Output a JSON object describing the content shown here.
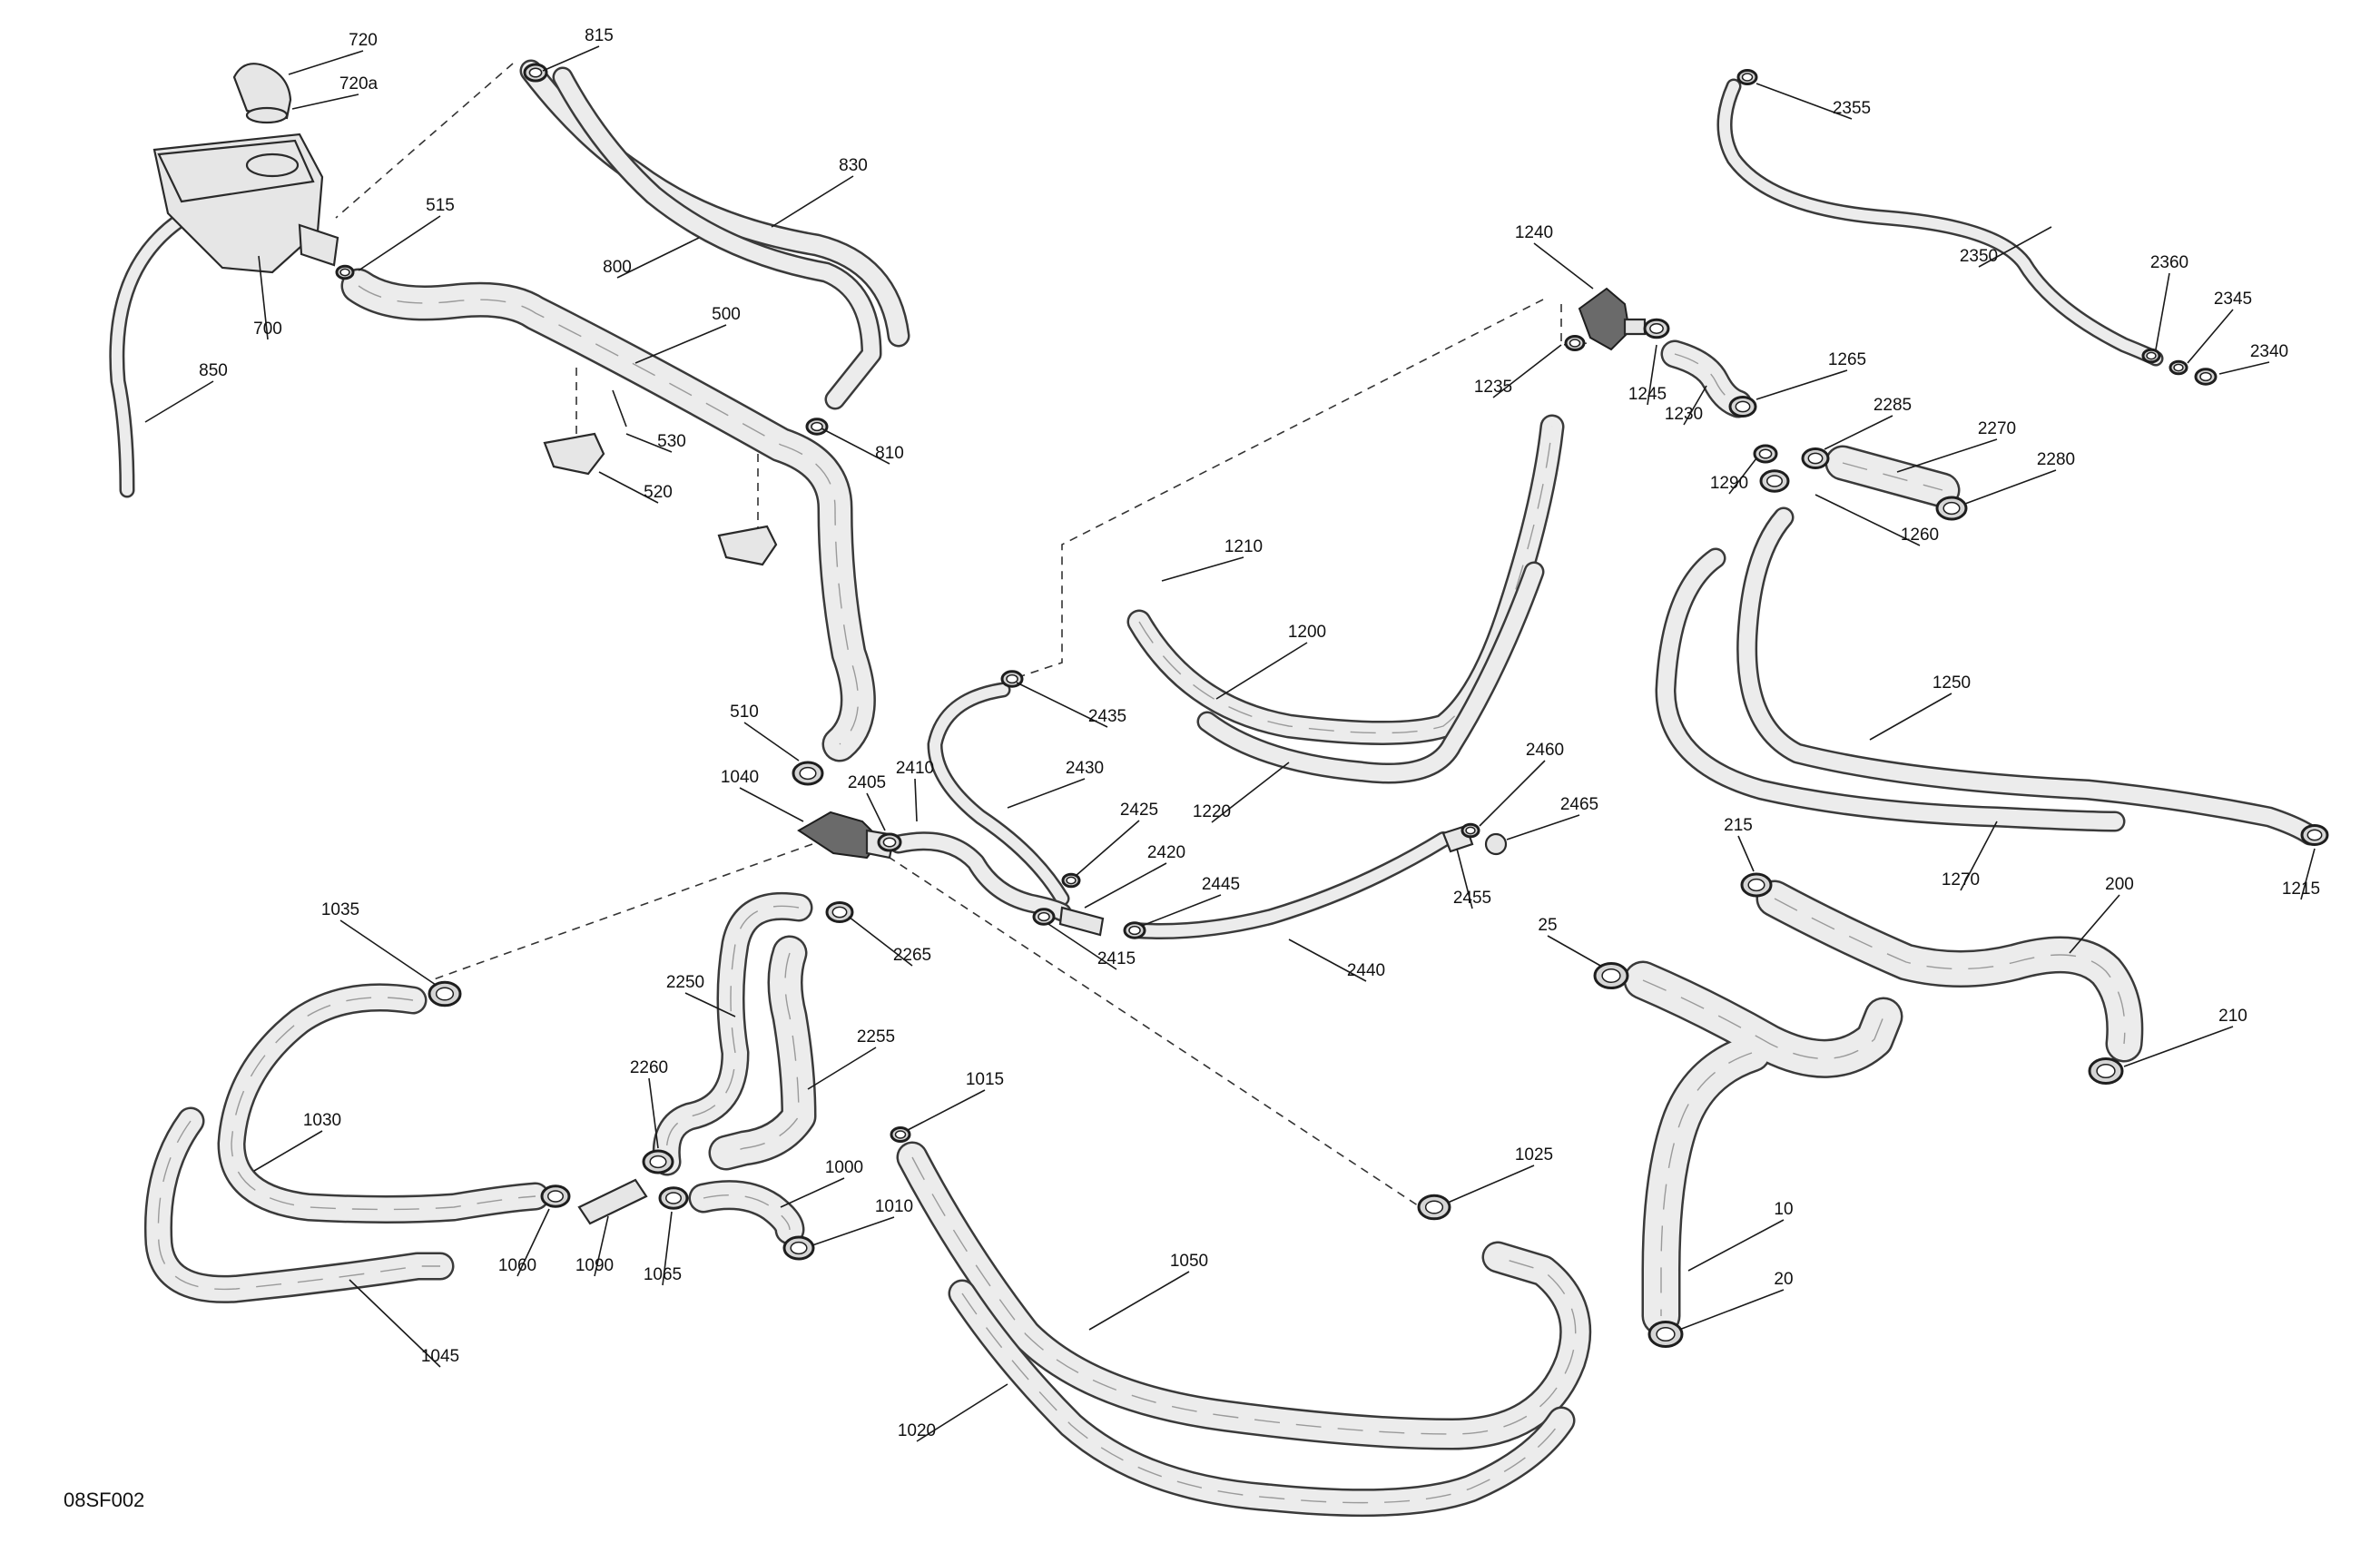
{
  "figure_code": "08SF002",
  "callouts": [
    {
      "id": "720",
      "label": "720"
    },
    {
      "id": "720a",
      "label": "720a"
    },
    {
      "id": "700",
      "label": "700"
    },
    {
      "id": "515",
      "label": "515"
    },
    {
      "id": "815",
      "label": "815"
    },
    {
      "id": "830",
      "label": "830"
    },
    {
      "id": "800",
      "label": "800"
    },
    {
      "id": "850",
      "label": "850"
    },
    {
      "id": "500",
      "label": "500"
    },
    {
      "id": "530",
      "label": "530"
    },
    {
      "id": "520",
      "label": "520"
    },
    {
      "id": "810",
      "label": "810"
    },
    {
      "id": "510",
      "label": "510"
    },
    {
      "id": "1040",
      "label": "1040"
    },
    {
      "id": "2405",
      "label": "2405"
    },
    {
      "id": "2410",
      "label": "2410"
    },
    {
      "id": "2430",
      "label": "2430"
    },
    {
      "id": "2435",
      "label": "2435"
    },
    {
      "id": "2425",
      "label": "2425"
    },
    {
      "id": "2420",
      "label": "2420"
    },
    {
      "id": "2445",
      "label": "2445"
    },
    {
      "id": "2415",
      "label": "2415"
    },
    {
      "id": "2440",
      "label": "2440"
    },
    {
      "id": "1210",
      "label": "1210"
    },
    {
      "id": "1200",
      "label": "1200"
    },
    {
      "id": "1220",
      "label": "1220"
    },
    {
      "id": "1240",
      "label": "1240"
    },
    {
      "id": "1235",
      "label": "1235"
    },
    {
      "id": "1245",
      "label": "1245"
    },
    {
      "id": "1230",
      "label": "1230"
    },
    {
      "id": "1265",
      "label": "1265"
    },
    {
      "id": "2285",
      "label": "2285"
    },
    {
      "id": "2270",
      "label": "2270"
    },
    {
      "id": "2280",
      "label": "2280"
    },
    {
      "id": "1290",
      "label": "1290"
    },
    {
      "id": "1260",
      "label": "1260"
    },
    {
      "id": "2355",
      "label": "2355"
    },
    {
      "id": "2350",
      "label": "2350"
    },
    {
      "id": "2360",
      "label": "2360"
    },
    {
      "id": "2345",
      "label": "2345"
    },
    {
      "id": "2340",
      "label": "2340"
    },
    {
      "id": "1250",
      "label": "1250"
    },
    {
      "id": "1270",
      "label": "1270"
    },
    {
      "id": "1215",
      "label": "1215"
    },
    {
      "id": "2460",
      "label": "2460"
    },
    {
      "id": "2465",
      "label": "2465"
    },
    {
      "id": "2455",
      "label": "2455"
    },
    {
      "id": "215",
      "label": "215"
    },
    {
      "id": "200",
      "label": "200"
    },
    {
      "id": "210",
      "label": "210"
    },
    {
      "id": "25",
      "label": "25"
    },
    {
      "id": "10",
      "label": "10"
    },
    {
      "id": "20",
      "label": "20"
    },
    {
      "id": "1035",
      "label": "1035"
    },
    {
      "id": "1030",
      "label": "1030"
    },
    {
      "id": "1045",
      "label": "1045"
    },
    {
      "id": "2265",
      "label": "2265"
    },
    {
      "id": "2250",
      "label": "2250"
    },
    {
      "id": "2255",
      "label": "2255"
    },
    {
      "id": "2260",
      "label": "2260"
    },
    {
      "id": "1060",
      "label": "1060"
    },
    {
      "id": "1090",
      "label": "1090"
    },
    {
      "id": "1065",
      "label": "1065"
    },
    {
      "id": "1000",
      "label": "1000"
    },
    {
      "id": "1010",
      "label": "1010"
    },
    {
      "id": "1015",
      "label": "1015"
    },
    {
      "id": "1050",
      "label": "1050"
    },
    {
      "id": "1020",
      "label": "1020"
    },
    {
      "id": "1025",
      "label": "1025"
    }
  ]
}
